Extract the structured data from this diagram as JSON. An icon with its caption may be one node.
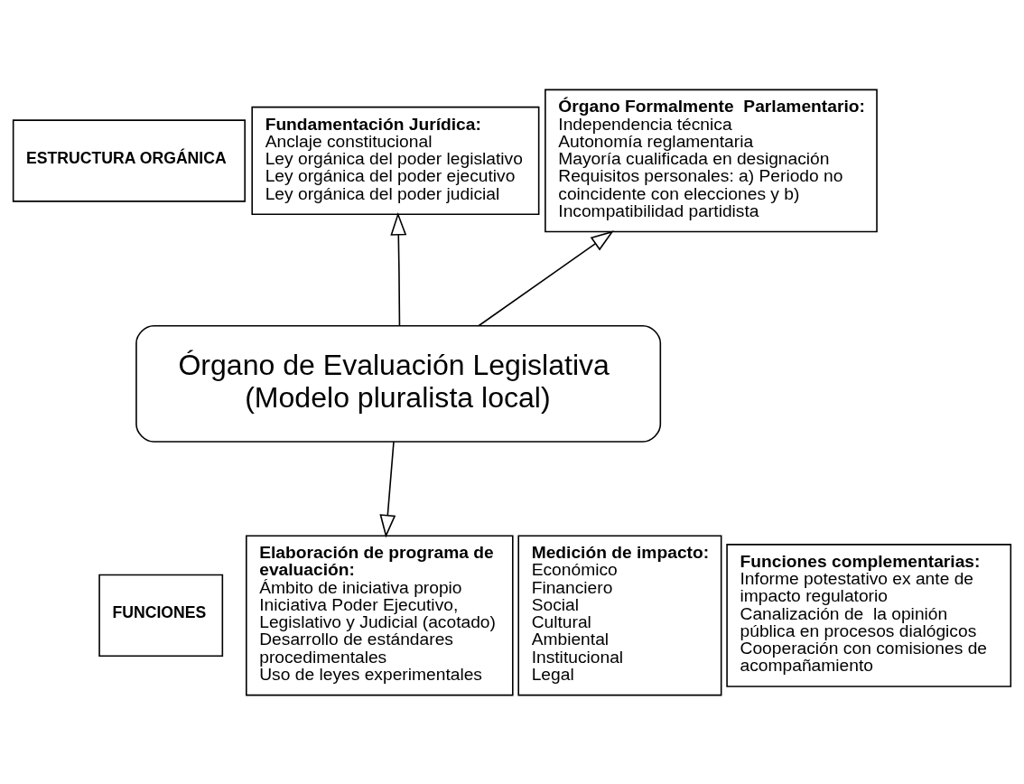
{
  "diagram": {
    "nodes": [
      {
        "text": [
          "ESTRUCTURA ORGÁNICA"
        ]
      },
      {
        "text": [
          "FUNCIONES"
        ]
      },
      {
        "text": [
          "Fundamentación Jurídica:",
          "Anclaje constitucional",
          "Ley orgánica del poder legislativo",
          "Ley orgánica del poder ejecutivo",
          "Ley orgánica del poder judicial"
        ]
      },
      {
        "text": [
          "Órgano Formalmente  Parlamentario:",
          "Independencia técnica",
          "Autonomía reglamentaria",
          "Mayoría cualificada en designación",
          "Requisitos personales: a) Periodo no coincidente con elecciones y b) Incompatibilidad partidista"
        ]
      },
      {
        "text": [
          "Órgano de Evaluación Legislativa (Modelo pluralista local)"
        ]
      },
      {
        "text": [
          "Elaboración de programa de evaluación:",
          "Ámbito de iniciativa propio",
          "Iniciativa Poder Ejecutivo, Legislativo y Judicial (acotado)",
          "Desarrollo de estándares procedimentales",
          "Uso de leyes experimentales"
        ]
      },
      {
        "text": [
          "Medición de impacto:",
          "Económico",
          "Financiero",
          "Social",
          "Cultural",
          "Ambiental",
          "Institucional",
          "Legal"
        ]
      },
      {
        "text": [
          "Funciones complementarias:",
          "Informe potestativo ex ante de impacto regulatorio",
          "Canalización de  la opinión pública en procesos dialógicos",
          " Cooperación con comisiones de acompañamiento"
        ]
      }
    ],
    "edges": [
      {
        "from": 4,
        "to": 2,
        "arrow": "to"
      },
      {
        "from": 4,
        "to": 3,
        "arrow": "to"
      },
      {
        "from": 4,
        "to": 5,
        "arrow": "to"
      }
    ]
  }
}
